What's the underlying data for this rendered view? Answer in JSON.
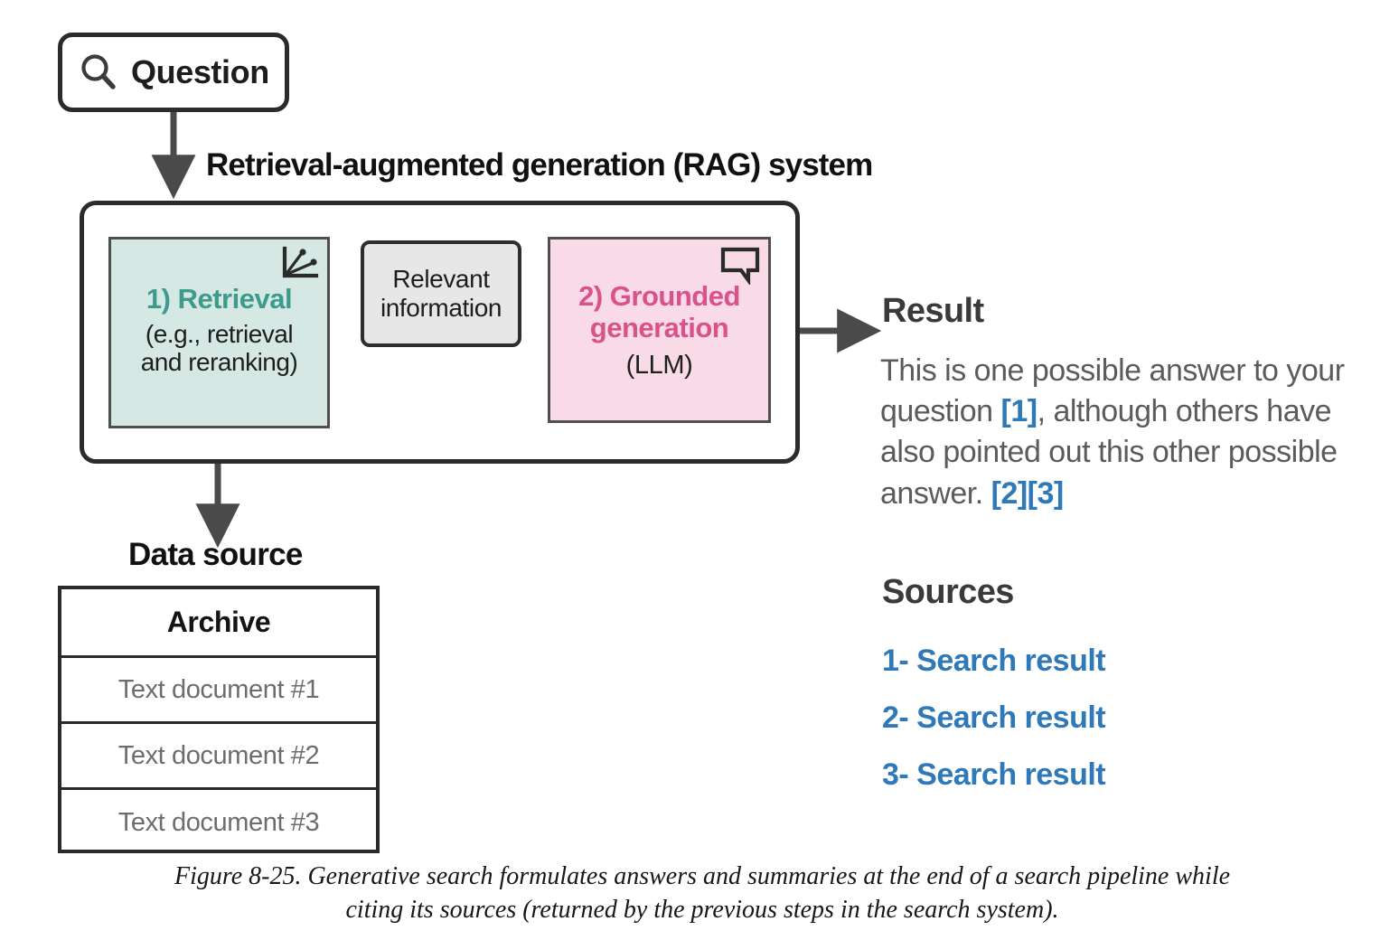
{
  "question": {
    "label": "Question",
    "icon": "search-icon"
  },
  "rag": {
    "title": "Retrieval-augmented generation (RAG) system",
    "retrieval": {
      "title": "1) Retrieval",
      "subtitle": "(e.g., retrieval\nand reranking)",
      "subtitle_line1": "(e.g., retrieval",
      "subtitle_line2": "and reranking)",
      "icon": "scatter-plot-icon",
      "bg_color": "#d5e8e3",
      "title_color": "#3f9a8e"
    },
    "relevant_information": {
      "line1": "Relevant",
      "line2": "information",
      "bg_color": "#e7e7e7"
    },
    "generation": {
      "title_line1": "2) Grounded",
      "title_line2": "generation",
      "subtitle": "(LLM)",
      "icon": "speech-bubble-icon",
      "bg_color": "#f8dbe6",
      "title_color": "#d9528a"
    }
  },
  "data_source": {
    "label": "Data source",
    "table_header": "Archive",
    "documents": [
      "Text document #1",
      "Text document #2",
      "Text document #3"
    ]
  },
  "result": {
    "heading": "Result",
    "text_parts": [
      {
        "text": "This is one possible answer to your question ",
        "cite": false
      },
      {
        "text": "[1]",
        "cite": true
      },
      {
        "text": ", although others have also pointed out this other possible answer. ",
        "cite": false
      },
      {
        "text": "[2][3]",
        "cite": true
      }
    ],
    "full_text": "This is one possible answer to your question [1], although others have also pointed out this other possible answer. [2][3]"
  },
  "sources": {
    "heading": "Sources",
    "items": [
      "1- Search result",
      "2- Search result",
      "3- Search result"
    ],
    "link_color": "#2f79b8"
  },
  "caption": {
    "text": "Figure 8-25. Generative search formulates answers and summaries at the end of a search pipeline while citing its sources (returned by the previous steps in the search system)."
  }
}
